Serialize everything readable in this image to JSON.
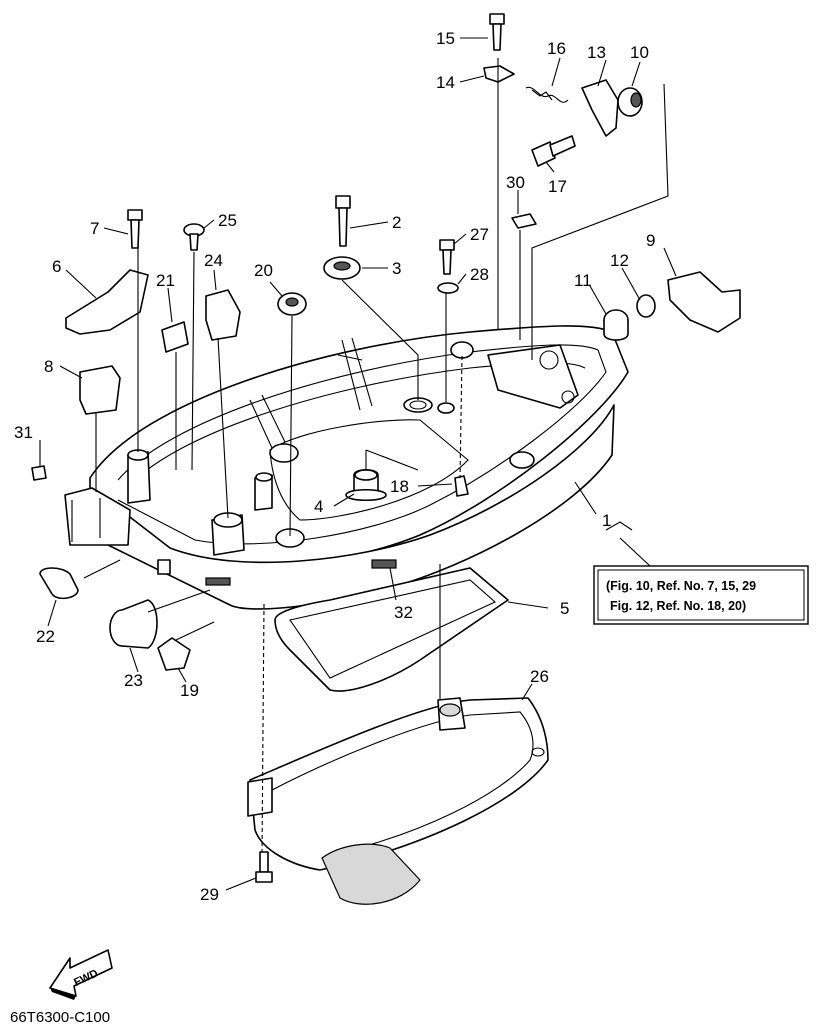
{
  "drawing_code": "66T6300-C100",
  "fwd_label": "FWD",
  "reference_note": {
    "line1": "(Fig. 10, Ref. No. 7, 15, 29",
    "line2": "Fig. 12, Ref. No. 18, 20)"
  },
  "callouts": {
    "c1": "1",
    "c2": "2",
    "c3": "3",
    "c4": "4",
    "c5": "5",
    "c6": "6",
    "c7": "7",
    "c8": "8",
    "c9": "9",
    "c10": "10",
    "c11": "11",
    "c12": "12",
    "c13": "13",
    "c14": "14",
    "c15": "15",
    "c16": "16",
    "c17": "17",
    "c18": "18",
    "c19": "19",
    "c20": "20",
    "c21": "21",
    "c22": "22",
    "c23": "23",
    "c24": "24",
    "c25": "25",
    "c26": "26",
    "c27": "27",
    "c28": "28",
    "c29": "29",
    "c30": "30",
    "c31": "31",
    "c32": "32"
  }
}
